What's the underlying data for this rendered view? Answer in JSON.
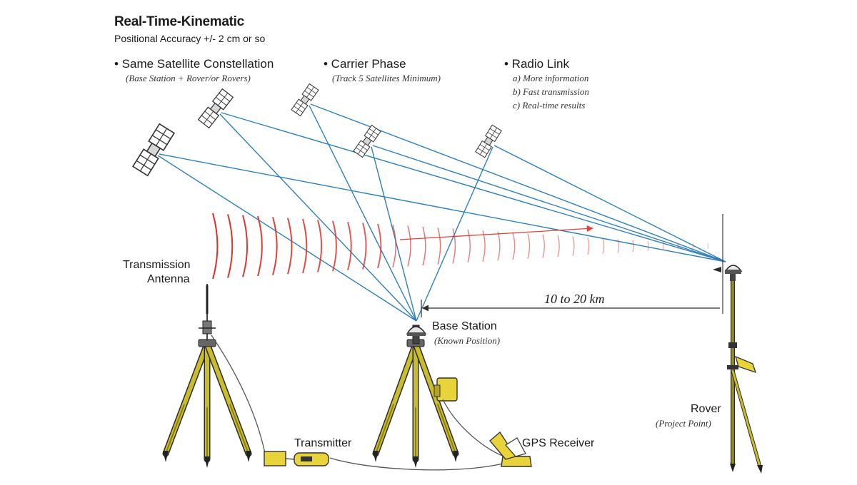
{
  "title": "Real-Time-Kinematic",
  "subtitle": "Positional Accuracy +/- 2 cm or so",
  "features": [
    {
      "heading": "• Same Satellite Constellation",
      "note": "(Base Station + Rover/or Rovers)"
    },
    {
      "heading": "• Carrier Phase",
      "note": "(Track 5 Satellites Minimum)"
    },
    {
      "heading": "• Radio Link",
      "items": [
        "a)  More information",
        "b)  Fast transmission",
        "c)  Real-time results"
      ]
    }
  ],
  "labels": {
    "transmission_antenna": [
      "Transmission",
      "Antenna"
    ],
    "base_station": "Base Station",
    "base_station_note": "(Known Position)",
    "distance": "10 to 20 km",
    "rover": "Rover",
    "rover_note": "(Project Point)",
    "transmitter": "Transmitter",
    "gps_receiver": "GPS Receiver"
  },
  "colors": {
    "signal_line": "#2f7fb6",
    "radio_wave": "#d9302a",
    "tripod": "#c9bd2d",
    "equipment": "#e9d33a",
    "outline": "#2b2b2b"
  },
  "icons": [
    "satellite-icon",
    "radio-wave-icon",
    "tripod-icon",
    "gps-antenna-icon",
    "transmitter-box-icon",
    "gps-receiver-icon",
    "rover-pole-icon"
  ]
}
